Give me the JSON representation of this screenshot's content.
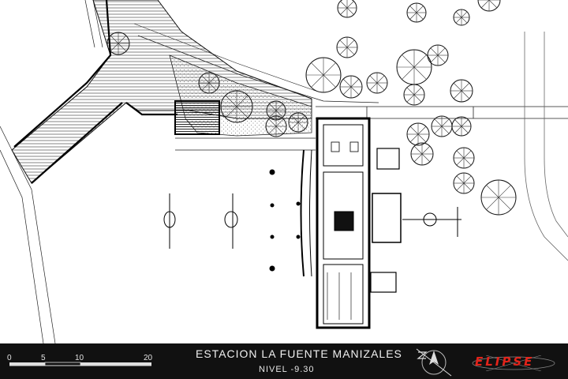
{
  "title_block": {
    "project_title": "ESTACION LA FUENTE MANIZALES",
    "level_label": "NIVEL -9.30",
    "logo_text": "ELIPSE",
    "logo_color": "#e2231a"
  },
  "scale_bar": {
    "ticks": [
      "0",
      "5",
      "10",
      "20"
    ]
  },
  "north_arrow": {
    "icon": "north-arrow-icon"
  },
  "drawing": {
    "line_color": "#1a1a1a",
    "background": "#ffffff",
    "footer_background": "#111111"
  }
}
